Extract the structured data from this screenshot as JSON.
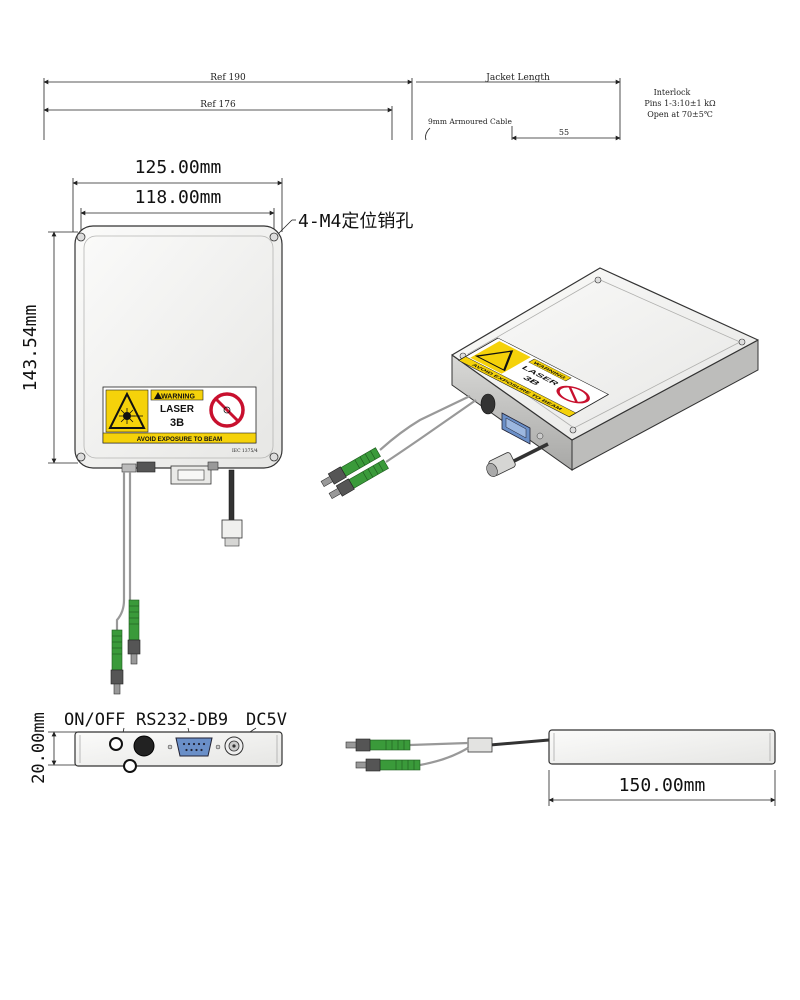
{
  "top_dims": {
    "ref190": "Ref 190",
    "ref176": "Ref 176",
    "jacket_length": "Jacket  Length",
    "armoured_cable": "9mm Armoured Cable",
    "dim55": "55",
    "interlock_line1": "Interlock",
    "interlock_line2": "Pins 1-3:10±1 kΩ",
    "interlock_line3": "Open at 70±5℃"
  },
  "front_view": {
    "width_outer": "125.00mm",
    "width_holes": "118.00mm",
    "height": "143.54mm",
    "holes_note": "4-M4定位销孔"
  },
  "laser_label": {
    "warning": "WARNING",
    "class_line1": "LASER",
    "class_line2": "3B",
    "avoid": "AVOID EXPOSURE TO BEAM",
    "small_code": "IEC 1375/4"
  },
  "side_view": {
    "height": "20.00mm",
    "on_off": "ON/OFF",
    "rs232": "RS232-DB9",
    "dc5v": "DC5V"
  },
  "bottom_view": {
    "length": "150.00mm"
  },
  "colors": {
    "body": "#f4f4f2",
    "edge": "#c8c8c6",
    "warning_yellow": "#f5d20a",
    "fiber_green": "#3a9a3a",
    "db9_blue": "#6a8fc8"
  }
}
